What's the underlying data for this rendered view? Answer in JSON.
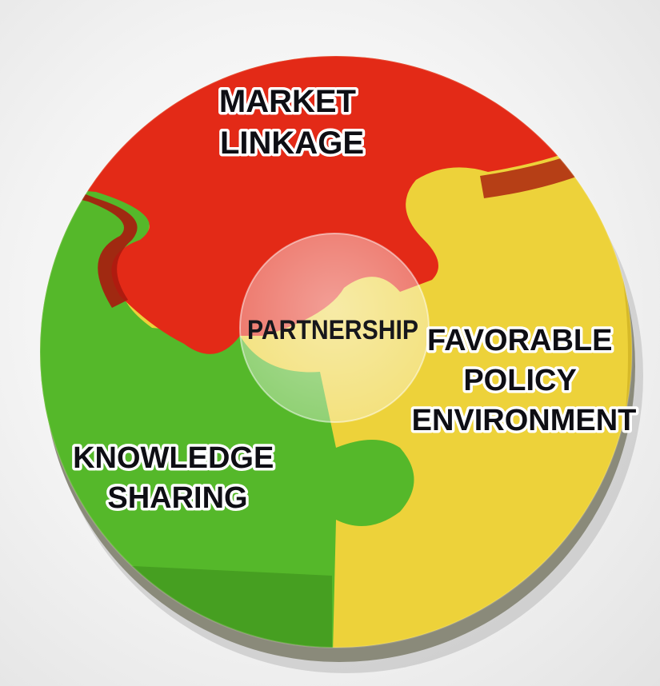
{
  "diagram": {
    "pieces": [
      {
        "id": "market",
        "lines": [
          "MARKET",
          "LINKAGE"
        ],
        "color": "#e32a17",
        "shade": "#a81a0e"
      },
      {
        "id": "policy",
        "lines": [
          "FAVORABLE",
          "POLICY",
          "ENVIRONMENT"
        ],
        "color": "#edd23a",
        "shade": "#c7a91c"
      },
      {
        "id": "knowledge",
        "lines": [
          "KNOWLEDGE",
          "SHARING"
        ],
        "color": "#55b82a",
        "shade": "#3b8a1a"
      }
    ],
    "center": {
      "label": "PARTNERSHIP"
    }
  }
}
